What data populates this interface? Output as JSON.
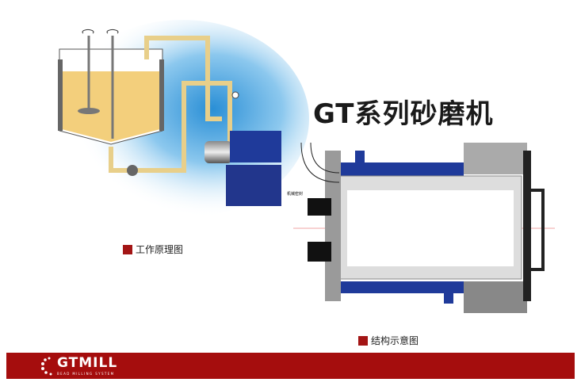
{
  "title": "GT系列砂磨机",
  "left_caption": "工作原理图",
  "right_caption": "结构示意图",
  "seal_label": "机械密封",
  "footer": {
    "brand": "GTMILL",
    "tagline": "BEAD MILLING SYSTEM",
    "color": "#a50d0d"
  },
  "colors": {
    "blue": "#1f3a9a",
    "slurry": "#f3cf7c",
    "caption_marker": "#a31515"
  }
}
